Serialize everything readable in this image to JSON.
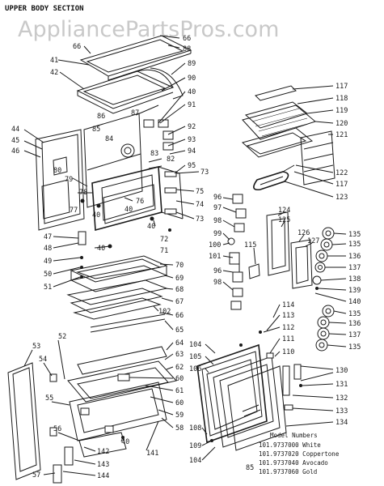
{
  "header": {
    "title": "UPPER BODY SECTION"
  },
  "watermark": {
    "text": "AppliancePartsPros.com"
  },
  "callouts": {
    "c66a": "66",
    "c66b": "66",
    "c88": "88",
    "c41": "41",
    "c89": "89",
    "c42": "42",
    "c90": "90",
    "c91": "91",
    "c87": "87",
    "c86": "86",
    "c40a": "40",
    "c92": "92",
    "c85": "85",
    "c84": "84",
    "c93": "93",
    "c94": "94",
    "c83": "83",
    "c82": "82",
    "c44": "44",
    "c45": "45",
    "c46": "46",
    "c80": "80",
    "c95": "95",
    "c73a": "73",
    "c79": "79",
    "c78": "78",
    "c76": "76",
    "c77": "77",
    "c40b": "40",
    "c40c": "40",
    "c75": "75",
    "c74": "74",
    "c73b": "73",
    "c40d": "40",
    "c47": "47",
    "c48": "48",
    "c40e": "40",
    "c72": "72",
    "c49": "49",
    "c71": "71",
    "c50": "50",
    "c51": "51",
    "c70": "70",
    "c69": "69",
    "c68": "68",
    "c67": "67",
    "c102": "102",
    "c66c": "66",
    "c65": "65",
    "c64": "64",
    "c52": "52",
    "c53": "53",
    "c63": "63",
    "c54": "54",
    "c62": "62",
    "c60a": "60",
    "c61": "61",
    "c60b": "60",
    "c55": "55",
    "c59": "59",
    "c58": "58",
    "c56": "56",
    "c141": "141",
    "c40f": "40",
    "c142": "142",
    "c143": "143",
    "c144": "144",
    "c57": "57",
    "c117a": "117",
    "c118": "118",
    "c119": "119",
    "c120": "120",
    "c121": "121",
    "c122": "122",
    "c117b": "117",
    "c123": "123",
    "c96a": "96",
    "c97": "97",
    "c98a": "98",
    "c99": "99",
    "c100": "100",
    "c101": "101",
    "c96b": "96",
    "c98b": "98",
    "c124": "124",
    "c125": "125",
    "c115": "115",
    "c126": "126",
    "c127": "127",
    "c135a": "135",
    "c135b": "135",
    "c136a": "136",
    "c137a": "137",
    "c138": "138",
    "c139": "139",
    "c140": "140",
    "c135c": "135",
    "c136b": "136",
    "c137b": "137",
    "c135d": "135",
    "c114": "114",
    "c113": "113",
    "c112": "112",
    "c111": "111",
    "c110": "110",
    "c104a": "104",
    "c105": "105",
    "c106": "106",
    "c130": "130",
    "c131": "131",
    "c132": "132",
    "c133": "133",
    "c134": "134",
    "c108": "108",
    "c109": "109",
    "c104b": "104",
    "c85b": "85"
  },
  "models": {
    "heading": "Model Numbers",
    "rows": [
      "101.9737000 White",
      "101.9737020 Coppertone",
      "101.9737040 Avocado",
      "101.9737060 Gold"
    ]
  }
}
